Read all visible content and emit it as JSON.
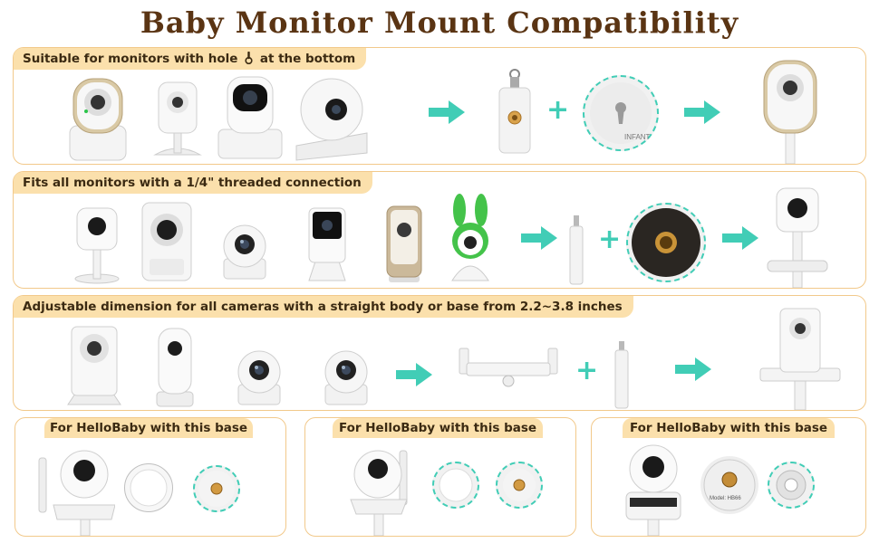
{
  "title": "Baby Monitor Mount Compatibility",
  "rows": [
    {
      "caption_pre": "Suitable for monitors with hole",
      "caption_post": "at the bottom"
    },
    {
      "caption": "Fits all monitors with a 1/4\" threaded connection"
    },
    {
      "caption": "Adjustable dimension for all cameras with a straight body or base from 2.2~3.8 inches"
    }
  ],
  "bottom_panels": [
    {
      "caption": "For HelloBaby with this base"
    },
    {
      "caption": "For HelloBaby with this base"
    },
    {
      "caption": "For HelloBaby with this base"
    }
  ],
  "labels": {
    "plus": "+",
    "infant_brand": "INFANT",
    "model_text": "Model: HB66"
  },
  "colors": {
    "title": "#5a3413",
    "tag_bg": "#fbe0ac",
    "border": "#f2c98b",
    "accent": "#41cdb6"
  }
}
